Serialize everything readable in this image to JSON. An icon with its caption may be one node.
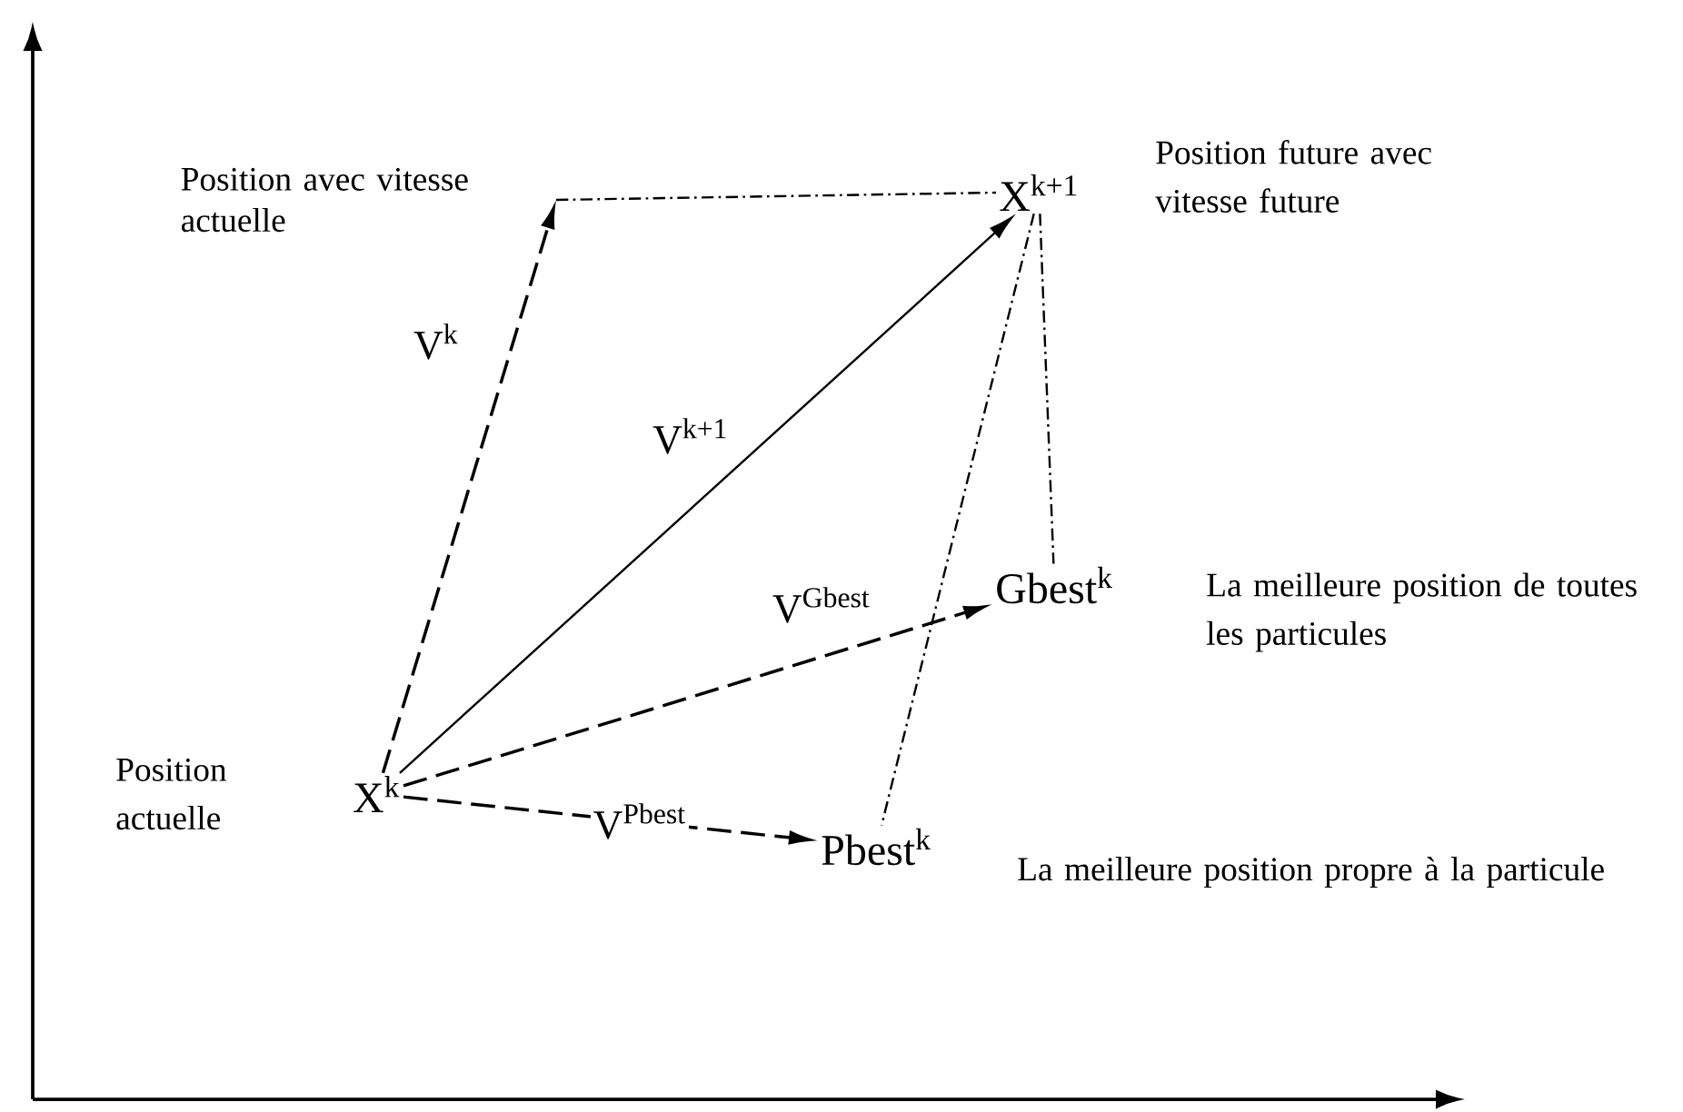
{
  "diagram": {
    "nodes": [
      {
        "text": [
          "X$^{k}$"
        ],
        "beside": [
          "Position actuelle"
        ]
      },
      {
        "text": [
          "X$^{k+1}$"
        ],
        "beside": [
          "Position future avec vitesse future"
        ]
      },
      {
        "text": [
          "Gbest$^{k}$"
        ],
        "beside": [
          "La meilleure position de toutes les particules"
        ]
      },
      {
        "text": [
          "Pbest$^{k}$"
        ],
        "beside": [
          "La meilleure position propre à la particule"
        ]
      },
      {
        "text": [
          "Position avec vitesse actuelle"
        ]
      }
    ],
    "edges": [
      {
        "from": 0,
        "to": 4,
        "arrow": "to",
        "label": "V$^{k}$",
        "style": "dashed"
      },
      {
        "from": 0,
        "to": 1,
        "arrow": "to",
        "label": "V$^{k+1}$"
      },
      {
        "from": 0,
        "to": 2,
        "arrow": "to",
        "label": "V$^{Gbest}$",
        "style": "dashed"
      },
      {
        "from": 0,
        "to": 3,
        "arrow": "to",
        "label": "V$^{Pbest}$",
        "style": "dashed"
      },
      {
        "from": 4,
        "to": 1,
        "arrow": "none",
        "style": "dashed"
      },
      {
        "from": 1,
        "to": 2,
        "arrow": "none",
        "style": "dashed"
      },
      {
        "from": 1,
        "to": 3,
        "arrow": "none",
        "style": "dashed"
      }
    ]
  }
}
